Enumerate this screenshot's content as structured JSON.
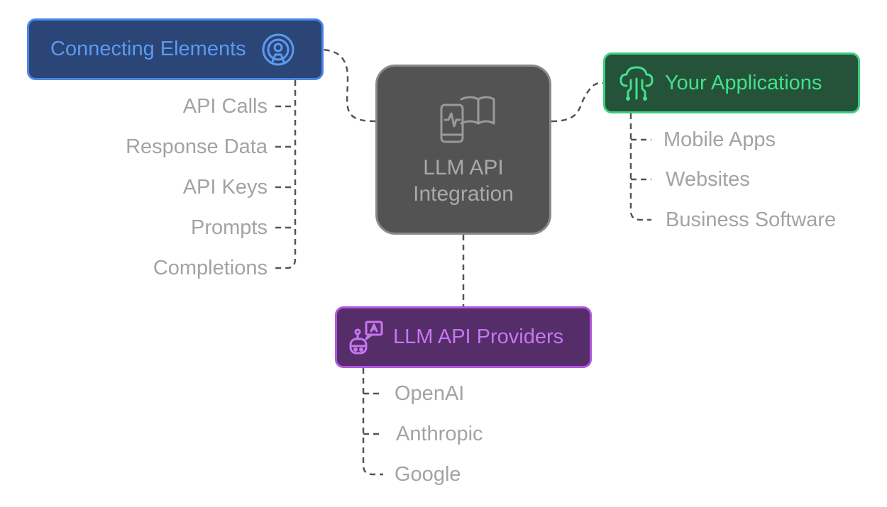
{
  "center": {
    "title_line1": "LLM API",
    "title_line2": "Integration",
    "icon": "mobile-book-icon"
  },
  "connecting": {
    "title": "Connecting Elements",
    "icon": "signal-person-icon",
    "items": [
      "API Calls",
      "Response Data",
      "API Keys",
      "Prompts",
      "Completions"
    ]
  },
  "applications": {
    "title": "Your Applications",
    "icon": "cloud-circuit-icon",
    "items": [
      "Mobile Apps",
      "Websites",
      "Business Software"
    ]
  },
  "providers": {
    "title": "LLM API Providers",
    "icon": "robot-chat-icon",
    "items": [
      "OpenAI",
      "Anthropic",
      "Google"
    ]
  },
  "colors": {
    "connecting_fill": "#2b4577",
    "connecting_border": "#4a86e8",
    "applications_fill": "#245339",
    "applications_border": "#3fcf7f",
    "providers_fill": "#552d69",
    "providers_border": "#b256e0",
    "center_fill": "#535353",
    "item_text": "#a3a3a3"
  }
}
